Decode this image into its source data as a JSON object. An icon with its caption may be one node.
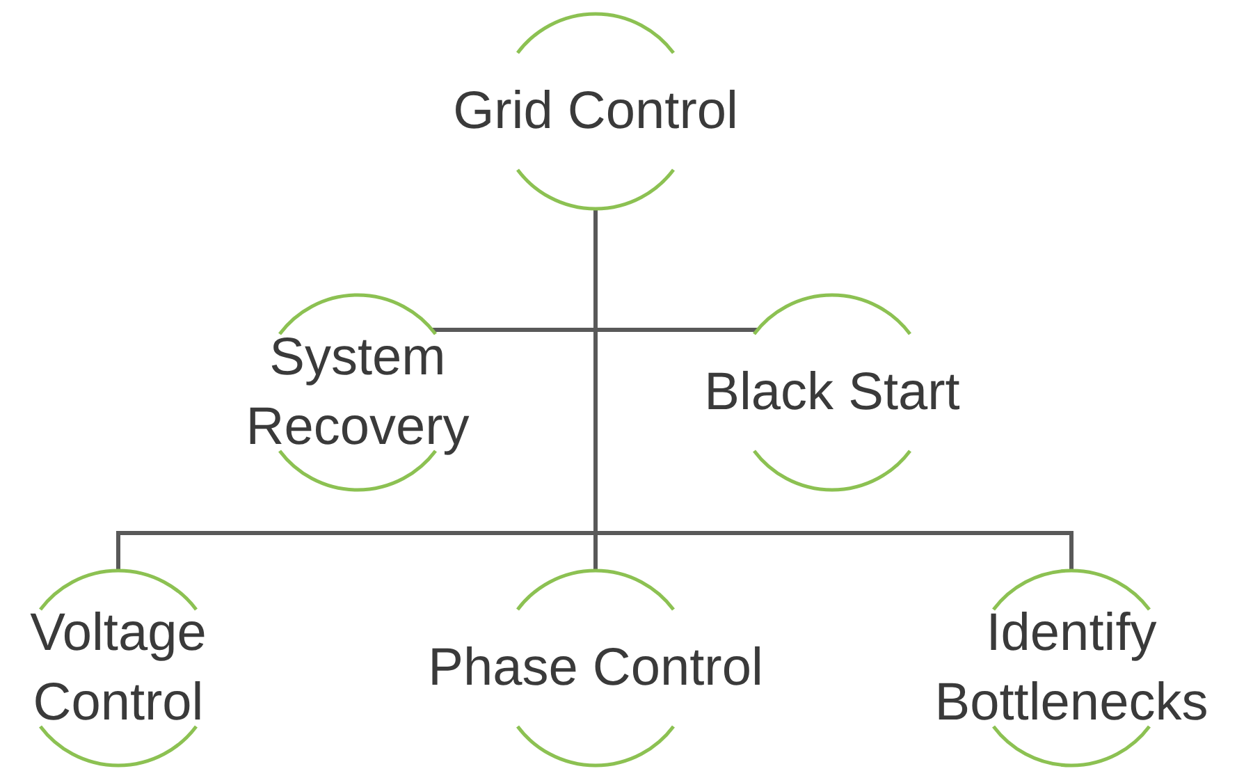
{
  "diagram": {
    "nodes": [
      {
        "text": [
          "Grid Control"
        ]
      },
      {
        "text": [
          "System Recovery"
        ]
      },
      {
        "text": [
          "Black Start"
        ]
      },
      {
        "text": [
          "Voltage Control"
        ]
      },
      {
        "text": [
          "Phase Control"
        ]
      },
      {
        "text": [
          "Identify Bottlenecks"
        ]
      }
    ],
    "edges": [
      {
        "from": 0,
        "to": 1,
        "arrow": "none"
      },
      {
        "from": 0,
        "to": 2,
        "arrow": "none"
      },
      {
        "from": 0,
        "to": 3,
        "arrow": "none"
      },
      {
        "from": 0,
        "to": 4,
        "arrow": "none"
      },
      {
        "from": 0,
        "to": 5,
        "arrow": "none"
      }
    ]
  }
}
